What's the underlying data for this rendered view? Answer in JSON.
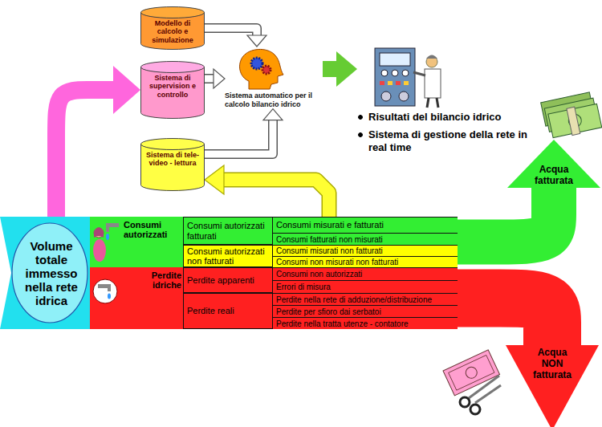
{
  "diagram": {
    "nodes": [
      {
        "text": [
          "Modello di calcolo e simulazione"
        ]
      },
      {
        "text": [
          "Sistema di supervision e controllo"
        ]
      },
      {
        "text": [
          "Sistema automatico per il calcolo bilancio idrico"
        ]
      },
      {
        "text": [
          "Risultati del bilancio idrico",
          "Sistema di gestione della rete in real time"
        ]
      },
      {
        "text": [
          "Sistema di tele-video - lettura"
        ]
      },
      {
        "text": [
          "Volume totale immesso nella rete idrica"
        ]
      },
      {
        "text": [
          "Consumi autorizzati"
        ]
      },
      {
        "text": [
          "Consumi autorizzati fatturati"
        ],
        "in": 6
      },
      {
        "text": [
          "Consumi misurati e fatturati"
        ],
        "in": 6
      },
      {
        "text": [
          "Consumi fatturati non misurati"
        ],
        "in": 6
      },
      {
        "text": [
          "Consumi autorizzati non fatturati"
        ],
        "in": 6
      },
      {
        "text": [
          "Consumi misurati non fatturati"
        ],
        "in": 6
      },
      {
        "text": [
          "Consumi non misurati non fatturati"
        ],
        "in": 6
      },
      {
        "text": [
          "Perdite idriche"
        ]
      },
      {
        "text": [
          "Perdite apparenti"
        ],
        "in": 13
      },
      {
        "text": [
          "Consumi non autorizzati"
        ],
        "in": 13
      },
      {
        "text": [
          "Errori di misura"
        ],
        "in": 13
      },
      {
        "text": [
          "Perdite reali"
        ],
        "in": 13
      },
      {
        "text": [
          "Perdite nella rete di adduzione/distribuzione"
        ],
        "in": 13
      },
      {
        "text": [
          "Perdite per sfioro dai serbatoi"
        ],
        "in": 13
      },
      {
        "text": [
          "Perdite nella tratta utenze - contatore"
        ],
        "in": 13
      },
      {
        "text": [
          "Acqua fatturata"
        ]
      },
      {
        "text": [
          "Acqua NON fatturata"
        ]
      }
    ],
    "edges": [
      {
        "from": 0,
        "to": 2,
        "arrow": "to"
      },
      {
        "from": 1,
        "to": 2,
        "arrow": "to"
      },
      {
        "from": 4,
        "to": 2,
        "arrow": "to"
      },
      {
        "from": 2,
        "to": 3,
        "arrow": "to"
      },
      {
        "from": 8,
        "to": 4,
        "arrow": "to"
      },
      {
        "from": 5,
        "to": 1,
        "arrow": "to"
      },
      {
        "from": 6,
        "to": 21,
        "arrow": "to"
      },
      {
        "from": 13,
        "to": 22,
        "arrow": "to"
      }
    ]
  }
}
